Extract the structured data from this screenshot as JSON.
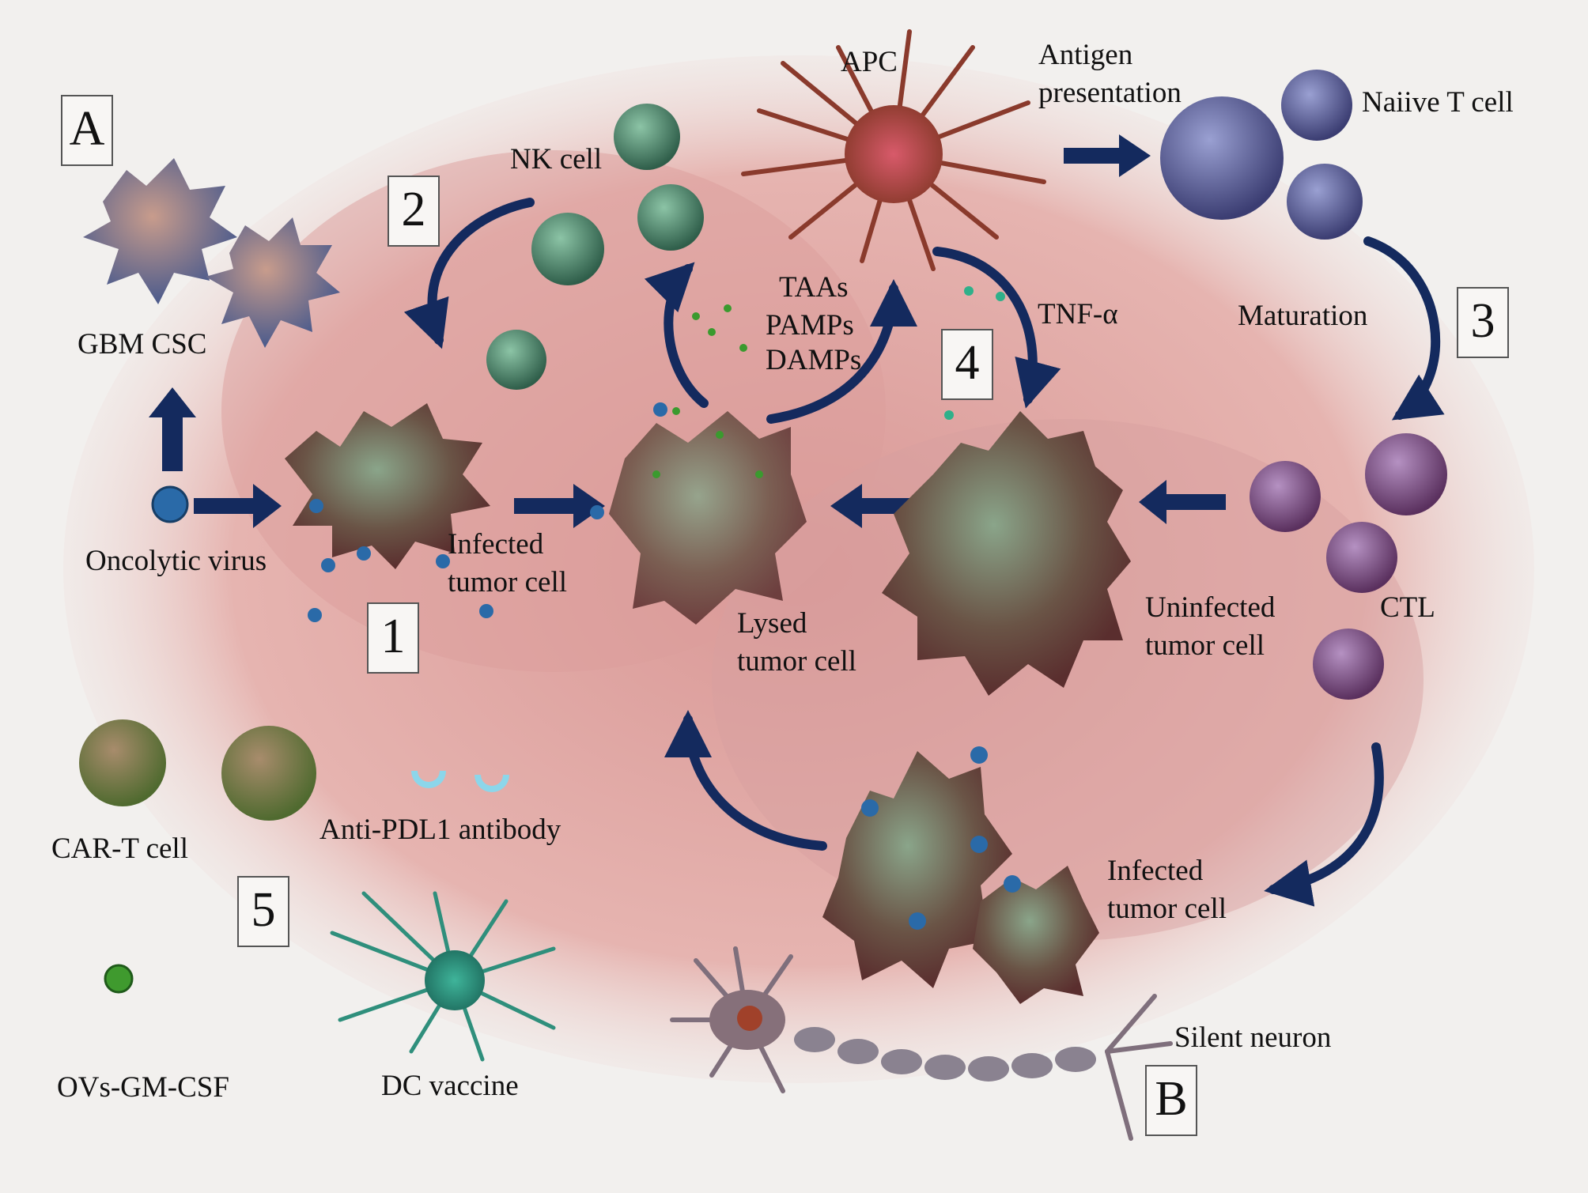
{
  "colors": {
    "background": "#f2f0ee",
    "tissue": "#e3aaa8",
    "arrow": "#142a5e",
    "nk_cell": "#4f8c6e",
    "virus": "#2a6aa8",
    "apc": "#a84a3a",
    "naive_t_cell": "#5a5c98",
    "ctl": "#7a4a86",
    "tumor_cell": "#6b4a3a",
    "car_t": "#6f7f42",
    "dc_vaccine": "#2f9482",
    "neuron": "#7f6f7c"
  },
  "panels": {
    "a": "A",
    "b": "B",
    "n1": "1",
    "n2": "2",
    "n3": "3",
    "n4": "4",
    "n5": "5"
  },
  "labels": {
    "gbm_csc": "GBM CSC",
    "oncolytic_virus": "Oncolytic virus",
    "infected_tumor_cell_1": [
      "Infected",
      "tumor cell"
    ],
    "nk_cell": "NK cell",
    "apc": "APC",
    "antigen_presentation": [
      "Antigen",
      "presentation"
    ],
    "naive_t_cell": "Naiive T cell",
    "taas": "TAAs",
    "pamps": "PAMPs",
    "damps": "DAMPs",
    "tnf_alpha": "TNF-α",
    "maturation": "Maturation",
    "lysed_tumor_cell": [
      "Lysed",
      "tumor cell"
    ],
    "uninfected_tumor_cell": [
      "Uninfected",
      "tumor cell"
    ],
    "ctl": "CTL",
    "car_t_cell": "CAR-T cell",
    "anti_pdl1_antibody": "Anti-PDL1 antibody",
    "infected_tumor_cell_2": [
      "Infected",
      "tumor cell"
    ],
    "silent_neuron": "Silent neuron",
    "ovs_gm_csf": "OVs-GM-CSF",
    "dc_vaccine": "DC vaccine"
  }
}
